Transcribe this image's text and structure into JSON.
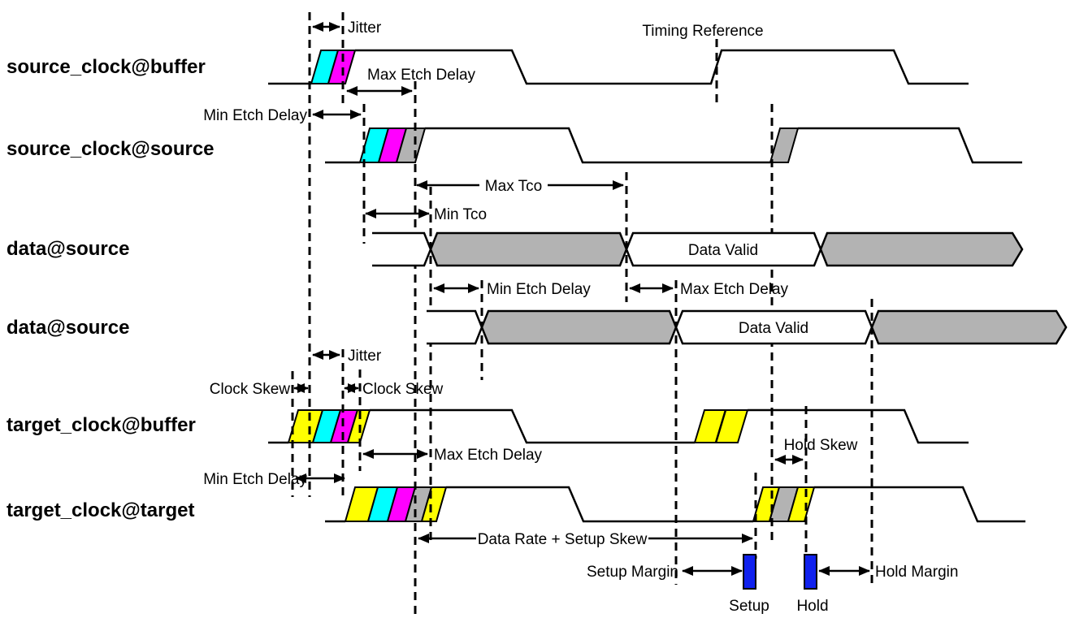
{
  "signals": [
    {
      "label": "source_clock@buffer"
    },
    {
      "label": "source_clock@source"
    },
    {
      "label": "data@source"
    },
    {
      "label": "data@source"
    },
    {
      "label": "target_clock@buffer"
    },
    {
      "label": "target_clock@target"
    }
  ],
  "annotations": {
    "jitter_top": "Jitter",
    "timing_reference": "Timing Reference",
    "max_etch_delay_source": "Max Etch Delay",
    "min_etch_delay_source": "Min Etch Delay",
    "max_tco": "Max Tco",
    "min_tco": "Min Tco",
    "min_etch_delay_data": "Min Etch Delay",
    "max_etch_delay_data": "Max Etch Delay",
    "data_valid_first": "Data Valid",
    "data_valid_second": "Data Valid",
    "jitter_target": "Jitter",
    "clock_skew_left": "Clock Skew",
    "clock_skew_right": "Clock Skew",
    "max_etch_delay_target": "Max Etch Delay",
    "min_etch_delay_target": "Min Etch Delay",
    "hold_skew": "Hold Skew",
    "data_rate_setup_skew": "Data Rate + Setup Skew",
    "setup_margin": "Setup Margin",
    "hold_margin": "Hold Margin",
    "setup": "Setup",
    "hold": "Hold"
  },
  "colors": {
    "jitter_band_cyan": "#00ffff",
    "jitter_band_magenta": "#ff00ff",
    "skew_band_yellow": "#ffff00",
    "delay_band_gray": "#b3b3b3",
    "data_invalid_gray": "#b3b3b3",
    "setup_hold_marker_blue": "#1021ee",
    "line_black": "#000000",
    "background": "#ffffff"
  }
}
